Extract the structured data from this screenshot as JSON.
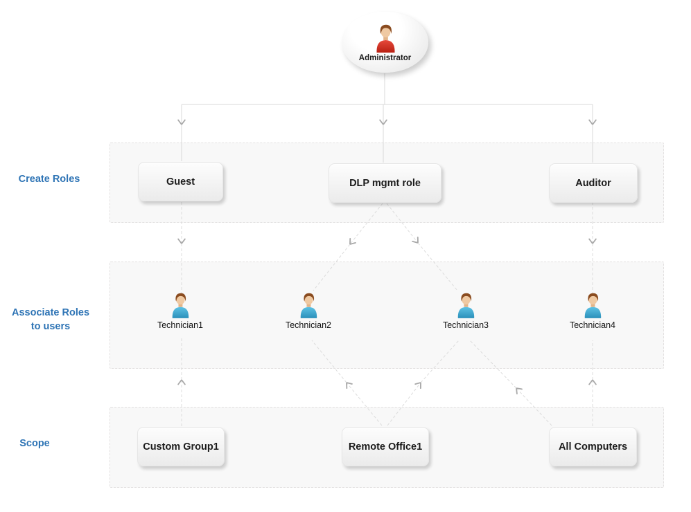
{
  "colors": {
    "label_blue": "#2e74b5",
    "band_fill": "#f8f8f8",
    "band_border": "#e2e0e0",
    "line_gray": "#d9d9d9",
    "dashed_line_gray": "#dcdcdc",
    "arrow_gray": "#a9a9a9",
    "button_text": "#1b1b1b",
    "admin_shirt_red": "#d02b1e",
    "technician_shirt_blue": "#3fa8d0"
  },
  "root_node": {
    "label": "Administrator"
  },
  "sections": [
    {
      "id": "create-roles",
      "label_lines": [
        "Create Roles"
      ],
      "items": [
        "Guest",
        "DLP mgmt role",
        "Auditor"
      ]
    },
    {
      "id": "associate-roles-to-users",
      "label_lines": [
        "Associate Roles",
        "to users"
      ],
      "items": [
        "Technician1",
        "Technician2",
        "Technician3",
        "Technician4"
      ]
    },
    {
      "id": "scope",
      "label_lines": [
        "Scope"
      ],
      "items": [
        "Custom Group1",
        "Remote Office1",
        "All Computers"
      ]
    }
  ]
}
